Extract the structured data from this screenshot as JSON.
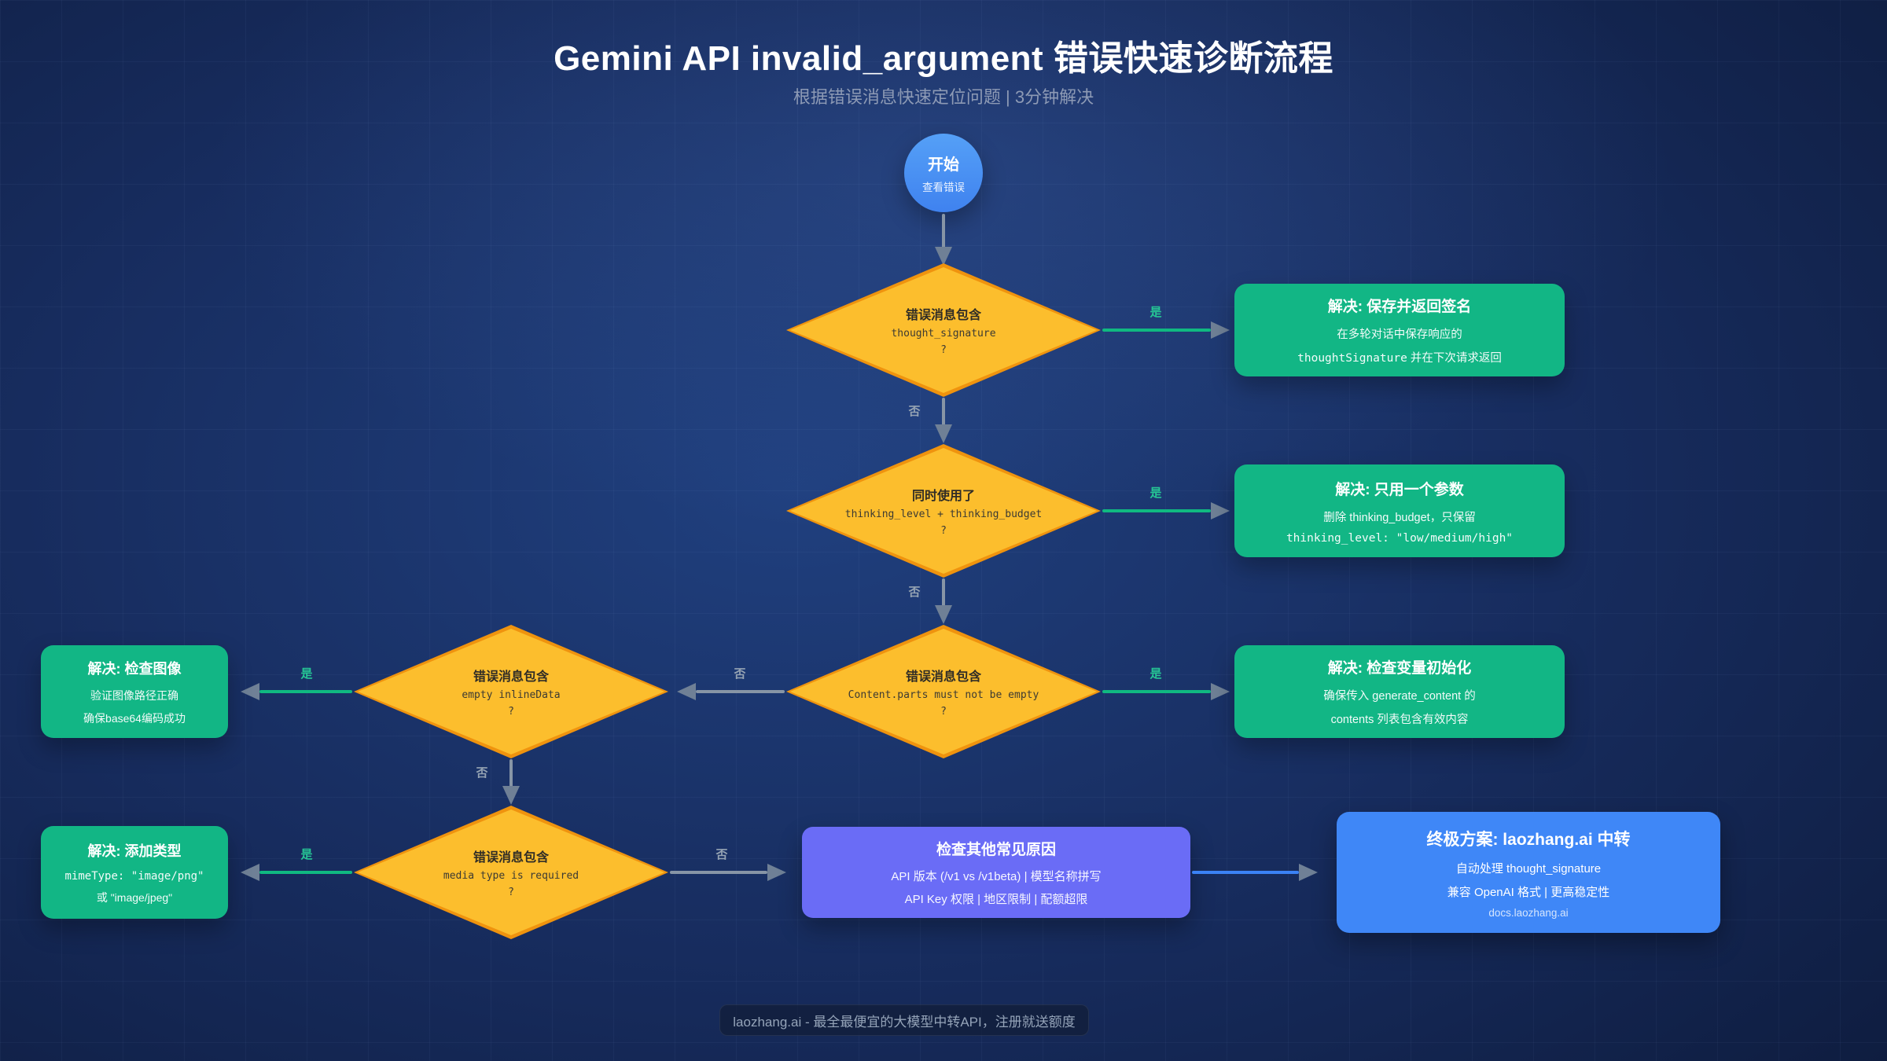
{
  "header": {
    "title": "Gemini API invalid_argument 错误快速诊断流程",
    "subtitle": "根据错误消息快速定位问题 | 3分钟解决"
  },
  "start": {
    "label": "开始",
    "sublabel": "查看错误"
  },
  "branch_labels": {
    "yes": "是",
    "no": "否"
  },
  "decisions": [
    {
      "title": "错误消息包含",
      "code": "thought_signature",
      "question": "?"
    },
    {
      "title": "同时使用了",
      "code": "thinking_level + thinking_budget",
      "question": "?"
    },
    {
      "title": "错误消息包含",
      "code": "Content.parts must not be empty",
      "question": "?"
    },
    {
      "title": "错误消息包含",
      "code": "empty inlineData",
      "question": "?"
    },
    {
      "title": "错误消息包含",
      "code": "media type is required",
      "question": "?"
    }
  ],
  "solutions": [
    {
      "title": "解决: 保存并返回签名",
      "line1": "在多轮对话中保存响应的",
      "line2_code": "thoughtSignature",
      "line2_rest": " 并在下次请求返回"
    },
    {
      "title": "解决: 只用一个参数",
      "line1": "删除 thinking_budget，只保留",
      "line2_code": "thinking_level: \"low/medium/high\""
    },
    {
      "title": "解决: 检查变量初始化",
      "line1": "确保传入 generate_content 的",
      "line2": "contents 列表包含有效内容"
    },
    {
      "title": "解决: 检查图像",
      "line1": "验证图像路径正确",
      "line2": "确保base64编码成功"
    },
    {
      "title": "解决: 添加类型",
      "line1_code": "mimeType: \"image/png\"",
      "line2": "或 \"image/jpeg\""
    }
  ],
  "other_causes": {
    "title": "检查其他常见原因",
    "line1": "API 版本 (/v1 vs /v1beta) | 模型名称拼写",
    "line2": "API Key 权限 | 地区限制 | 配额超限"
  },
  "ultimate": {
    "title": "终极方案: laozhang.ai 中转",
    "line1": "自动处理 thought_signature",
    "line2": "兼容 OpenAI 格式 | 更高稳定性",
    "link": "docs.laozhang.ai"
  },
  "footer": {
    "text": "laozhang.ai - 最全最便宜的大模型中转API，注册就送额度"
  },
  "colors": {
    "diamond_fill": "#fcbe2d",
    "diamond_border": "#ef930e",
    "solution_green": "#12b685",
    "other_purple": "#6a6cf6",
    "ultimate_blue": "#3f87f7",
    "start_blue": "#4a90f4",
    "yes_line": "#10b981",
    "no_line": "#8795a6",
    "background": "#16295a"
  }
}
